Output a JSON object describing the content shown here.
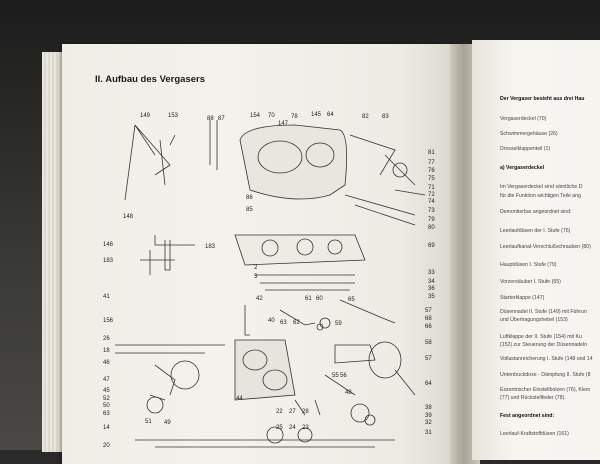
{
  "left_page": {
    "heading": "II. Aufbau des Vergasers",
    "part_numbers": {
      "top": [
        "149",
        "153",
        "88",
        "87",
        "154",
        "70",
        "147",
        "78",
        "145",
        "64",
        "82",
        "83"
      ],
      "right": [
        "81",
        "77",
        "76",
        "75",
        "71",
        "72",
        "74",
        "73",
        "79",
        "80",
        "69",
        "33",
        "34",
        "36",
        "35",
        "57",
        "68",
        "66",
        "58",
        "57",
        "64",
        "38",
        "39",
        "32",
        "31"
      ],
      "left": [
        "148",
        "146",
        "183",
        "183",
        "41",
        "156",
        "26",
        "18",
        "46",
        "47",
        "45",
        "52",
        "50",
        "63"
      ],
      "middle": [
        "86",
        "85",
        "2",
        "3",
        "42",
        "40",
        "63",
        "62",
        "61",
        "60",
        "65",
        "59",
        "51",
        "49",
        "44",
        "55",
        "48",
        "56",
        "22",
        "27",
        "28",
        "25",
        "24",
        "23",
        "14",
        "20"
      ]
    }
  },
  "right_page": {
    "intro": "Der Vergaser besteht aus drei Hau",
    "main_parts": [
      "Vergaserdeckel (70)",
      "Schwimmergehäuse (26)",
      "Drosselklappenteil (1)"
    ],
    "subheading_a": "a) Vergaserdeckel",
    "desc_lines": [
      "Im Vergaserdeckel sind sämtliche D",
      "für die Funktion wichtigen Teile ang"
    ],
    "removable_heading": "Demontierbar angeordnet sind:",
    "removable_items": [
      "Leerlaufdüsen der I. Stufe (76)",
      "Leerlaufkanal-Verschlußschrauben (80)",
      "Hauptdüsen I. Stufe (79)",
      "Vorzerstäuber I. Stufe (65)",
      "Starterklappe (147)",
      "Düsennadel II. Stufe (149) mit Führun",
      "und Übertragungshebel (153)",
      "Luftklappe der II. Stufe (154) mit Ku",
      "(152) zur Steuerung der Düsennadeln",
      "Vollastanreicherung I. Stufe (148 und 14",
      "Unterdruckdose - Dämpfung II. Stufe (8",
      "Exzentrischer Einstellbolzen (76), Klem",
      "(77) und Rückstellfeder (78)."
    ],
    "fixed_heading": "Fest angeordnet sind:",
    "fixed_items": [
      "Leerlauf-Kraftstoffdüsen (161)"
    ]
  }
}
